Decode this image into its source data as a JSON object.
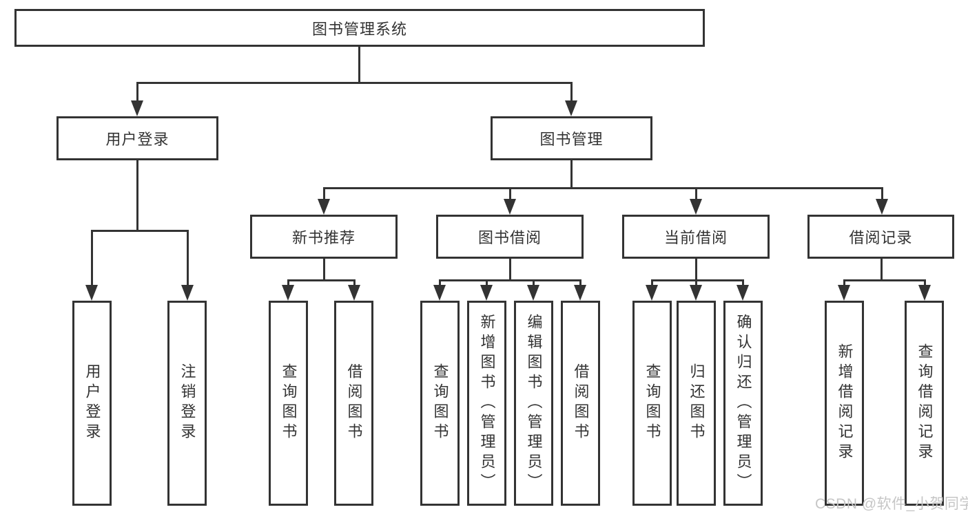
{
  "colors": {
    "line": "#333333",
    "text": "#333333",
    "background": "#ffffff",
    "watermark_text": "#c6c6c6"
  },
  "root": {
    "label": "图书管理系统"
  },
  "user_login": {
    "label": "用户登录",
    "children": {
      "login": {
        "label": "用户登录"
      },
      "logout": {
        "label": "注销登录"
      }
    }
  },
  "book_management": {
    "label": "图书管理",
    "sections": {
      "new_book_recommendation": {
        "label": "新书推荐",
        "children": {
          "query_books": {
            "label": "查询图书"
          },
          "borrow_books": {
            "label": "借阅图书"
          }
        }
      },
      "book_borrowing": {
        "label": "图书借阅",
        "children": {
          "query_books": {
            "label": "查询图书"
          },
          "add_books_admin": {
            "label": "新增图书（管理员）"
          },
          "edit_books_admin": {
            "label": "编辑图书（管理员）"
          },
          "borrow_books": {
            "label": "借阅图书"
          }
        }
      },
      "current_borrowing": {
        "label": "当前借阅",
        "children": {
          "query_books": {
            "label": "查询图书"
          },
          "return_books": {
            "label": "归还图书"
          },
          "confirm_return_admin": {
            "label": "确认归还（管理员）"
          }
        }
      },
      "borrowing_records": {
        "label": "借阅记录",
        "children": {
          "add_borrow_record": {
            "label": "新增借阅记录"
          },
          "query_borrow_record": {
            "label": "查询借阅记录"
          }
        }
      }
    }
  },
  "watermark": {
    "text": "CSDN @软件_小贺同学"
  }
}
